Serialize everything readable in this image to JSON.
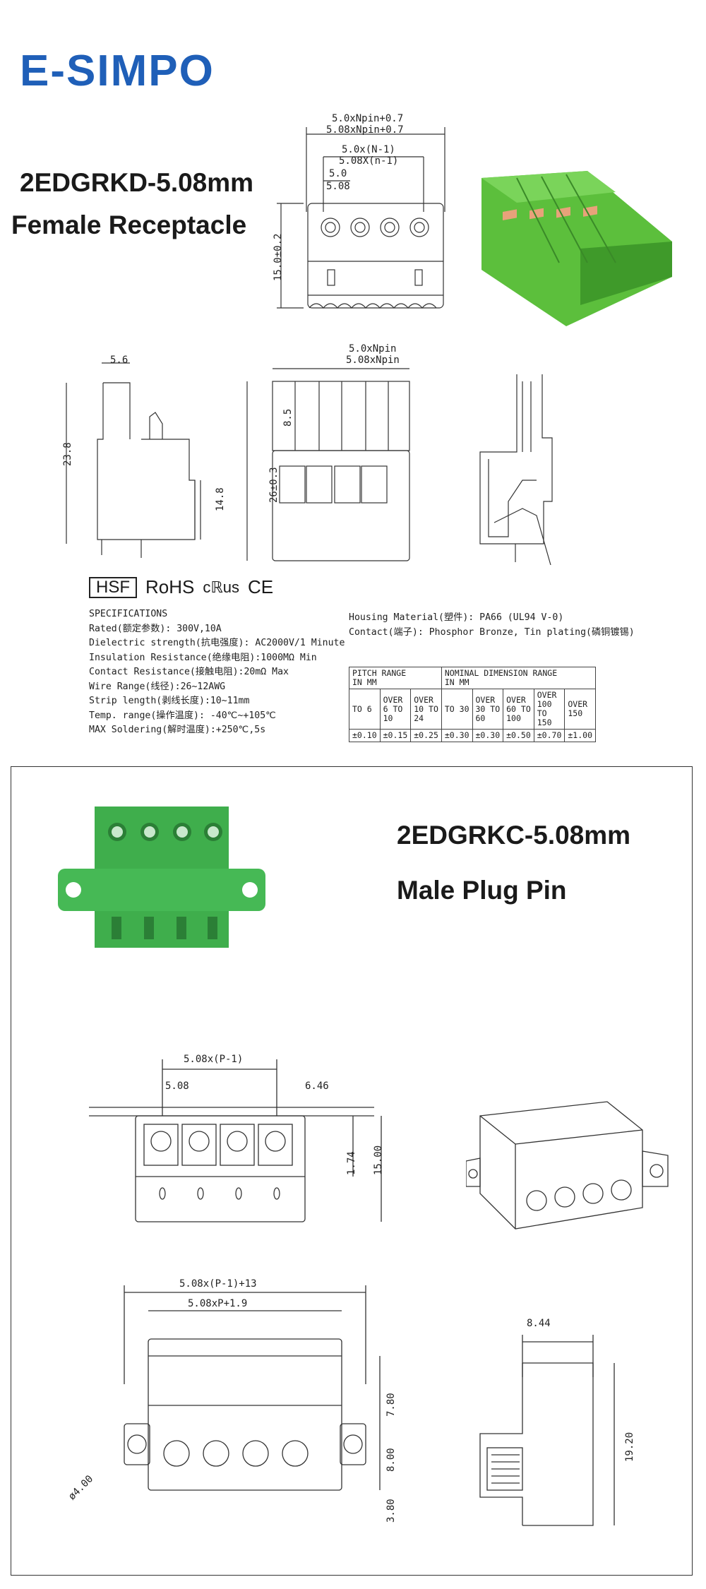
{
  "brand": {
    "logo_text": "E-SIMPO",
    "accent": "#1f5fb8",
    "green": "#4caf50"
  },
  "product1": {
    "model": "2EDGRKD-5.08mm",
    "type": "Female Receptacle"
  },
  "product2": {
    "model": "2EDGRKC-5.08mm",
    "type": "Male Plug Pin"
  },
  "dims1": {
    "a": "5.0xNpin+0.7",
    "b": "5.08xNpin+0.7",
    "c": "5.0x(N-1)",
    "d": "5.08X(n-1)",
    "e": "5.0",
    "f": "5.08",
    "g": "15.0±0.2"
  },
  "dims2": {
    "a": "5.6",
    "b": "23.8",
    "c": "14.8",
    "d": "5.0xNpin",
    "e": "5.08xNpin",
    "f": "8.5",
    "g": "26±0.3"
  },
  "certs": {
    "hsf": "HSF",
    "rohs": "RoHS",
    "ul": "cℝus",
    "ce": "CE"
  },
  "specs": {
    "heading": "SPECIFICATIONS",
    "lines": [
      "Rated(额定参数): 300V,10A",
      "Dielectric strength(抗电强度): AC2000V/1 Minute",
      "Insulation Resistance(绝缘电阻):1000MΩ Min",
      "Contact Resistance(接触电阻):20mΩ Max",
      "Wire Range(线径):26~12AWG",
      "Strip length(剥线长度):10~11mm",
      "Temp. range(操作温度): -40℃~+105℃",
      "MAX Soldering(解时温度):+250℃,5s"
    ],
    "housing": "Housing Material(塑件): PA66 (UL94 V-0)",
    "contact": "Contact(端子): Phosphor Bronze, Tin plating(磷铜镀锡)"
  },
  "tolerance": {
    "pitch_header": "PITCH RANGE",
    "nominal_header": "NOMINAL DIMENSION RANGE",
    "unit": "IN MM",
    "ranges": [
      "TO 6",
      "OVER 6 TO 10",
      "OVER 10 TO 24",
      "TO 30",
      "OVER 30 TO 60",
      "OVER 60 TO 100",
      "OVER 100 TO 150",
      "OVER 150"
    ],
    "values": [
      "±0.10",
      "±0.15",
      "±0.25",
      "±0.30",
      "±0.30",
      "±0.50",
      "±0.70",
      "±1.00"
    ]
  },
  "dims3": {
    "a": "5.08x(P-1)",
    "b": "5.08",
    "c": "6.46",
    "d": "1.74",
    "e": "15.00"
  },
  "dims4": {
    "a": "5.08x(P-1)+13",
    "b": "5.08xP+1.9",
    "c": "7.80",
    "d": "8.00",
    "e": "3.80",
    "f": "ø4.00",
    "g": "8.44",
    "h": "19.20"
  }
}
